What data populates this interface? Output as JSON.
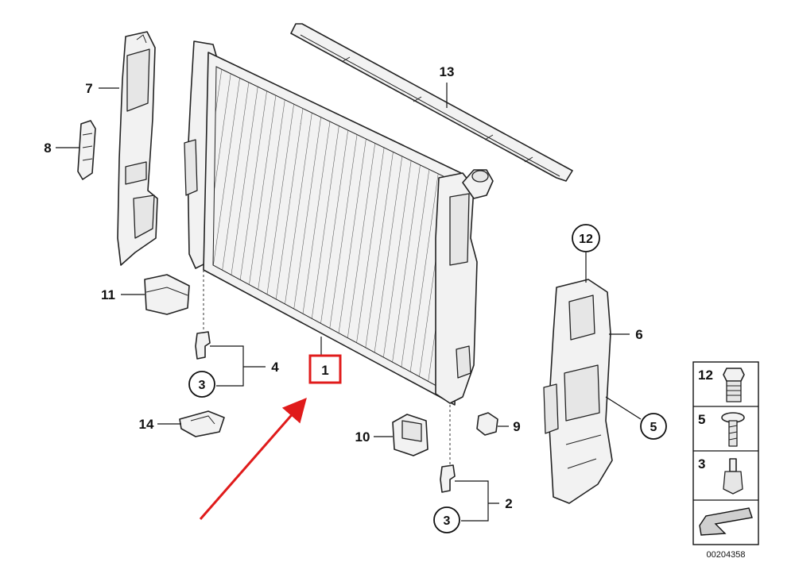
{
  "callouts": {
    "c1": "1",
    "c2": "2",
    "c3a": "3",
    "c3b": "3",
    "c4": "4",
    "c5": "5",
    "c6": "6",
    "c7": "7",
    "c8": "8",
    "c9": "9",
    "c10": "10",
    "c11": "11",
    "c12": "12",
    "c13": "13",
    "c14": "14"
  },
  "legend": {
    "items": [
      {
        "label": "12",
        "icon": "nut-icon"
      },
      {
        "label": "5",
        "icon": "screw-icon"
      },
      {
        "label": "3",
        "icon": "rubber-mount-icon"
      }
    ],
    "arrow_icon": "direction-arrow-icon"
  },
  "diagram_code": "00204358",
  "colors": {
    "highlight_box": "#e01b1b",
    "pointer_arrow": "#e01b1b",
    "line": "#222222"
  }
}
